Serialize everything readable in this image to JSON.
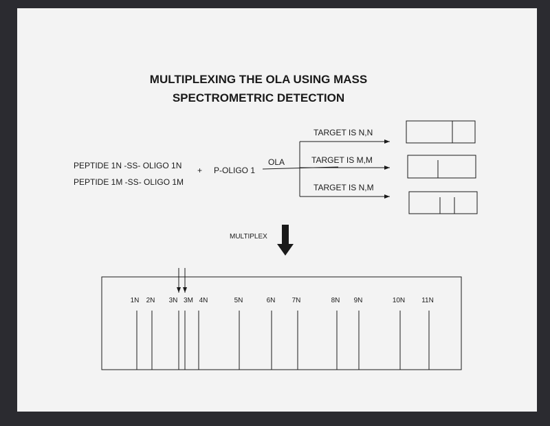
{
  "title": {
    "line1": "MULTIPLEXING THE OLA USING MASS",
    "line2": "SPECTROMETRIC DETECTION"
  },
  "reactants": {
    "peptide_n": "PEPTIDE 1N -SS- OLIGO 1N",
    "peptide_m": "PEPTIDE 1M -SS- OLIGO 1M",
    "plus": "+",
    "p_oligo": "P-OLIGO 1",
    "ola": "OLA"
  },
  "outcomes": [
    {
      "label": "TARGET IS N,N",
      "peaks": 1
    },
    {
      "label": "TARGET IS M,M",
      "peaks": 1
    },
    {
      "label": "TARGET IS N,M",
      "peaks": 2
    }
  ],
  "multiplex_label": "MULTIPLEX",
  "spectrum": {
    "peaks": [
      "1N",
      "2N",
      "3N",
      "3M",
      "4N",
      "5N",
      "6N",
      "7N",
      "8N",
      "9N",
      "10N",
      "11N"
    ],
    "arrowed_peaks": [
      "3N",
      "3M"
    ]
  },
  "colors": {
    "paper": "#f3f3f3",
    "ink": "#1a1a1a",
    "background": "#2b2b30"
  }
}
